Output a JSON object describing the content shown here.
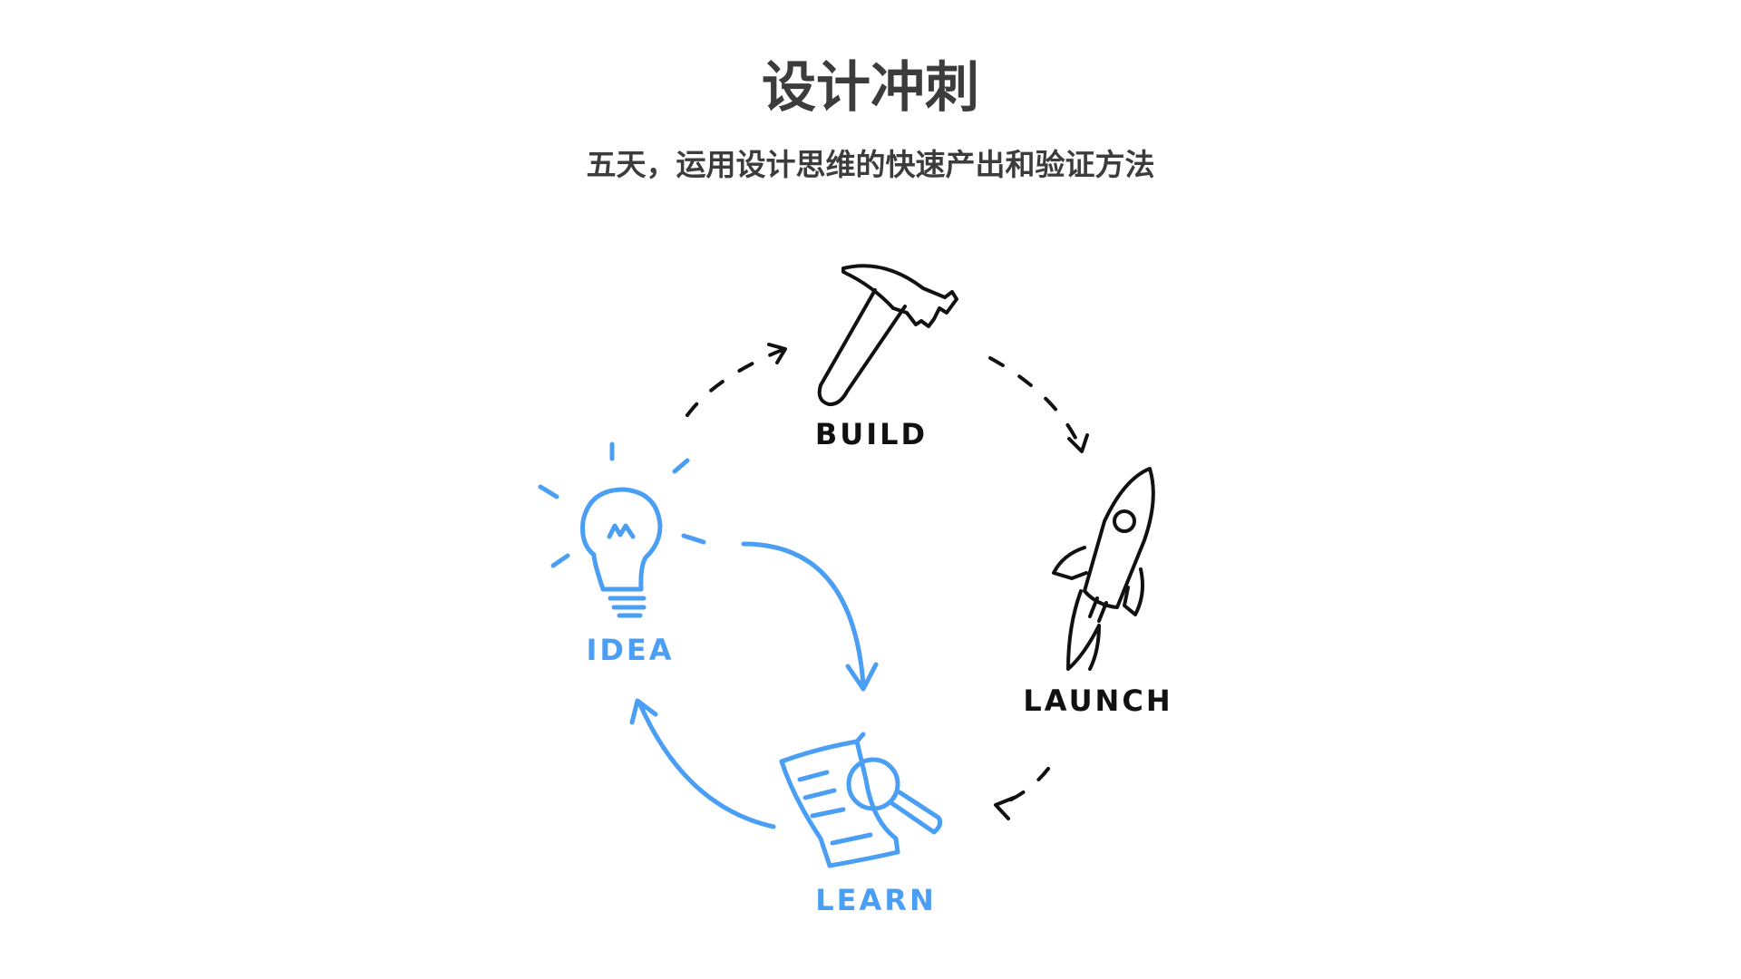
{
  "header": {
    "title": "设计冲刺",
    "subtitle": "五天，运用设计思维的快速产出和验证方法"
  },
  "cycle": {
    "stages": [
      {
        "label": "BUILD",
        "icon": "hammer-icon"
      },
      {
        "label": "LAUNCH",
        "icon": "rocket-icon"
      },
      {
        "label": "LEARN",
        "icon": "document-magnifier-icon"
      },
      {
        "label": "IDEA",
        "icon": "lightbulb-icon"
      }
    ]
  },
  "colors": {
    "text": "#3c3c3c",
    "ink": "#111111",
    "accent": "#4a9ff5",
    "background": "#ffffff"
  }
}
